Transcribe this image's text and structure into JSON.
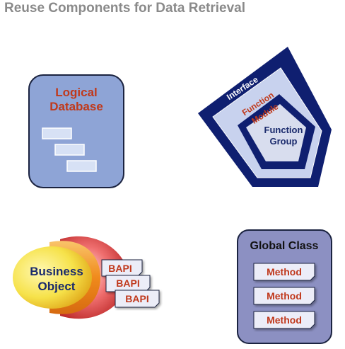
{
  "title": "Reuse Components for Data Retrieval",
  "logical_database": {
    "line1": "Logical",
    "line2": "Database"
  },
  "function_group_diagram": {
    "interface": "Interface",
    "function_module_line1": "Function",
    "function_module_line2": "Module",
    "function_group_line1": "Function",
    "function_group_line2": "Group"
  },
  "business_object": {
    "line1": "Business",
    "line2": "Object",
    "bapis": [
      "BAPI",
      "BAPI",
      "BAPI"
    ]
  },
  "global_class": {
    "title": "Global Class",
    "methods": [
      "Method",
      "Method",
      "Method"
    ]
  },
  "colors": {
    "title_gray": "#8a8a8a",
    "logical_db_fill": "#8ea4d6",
    "label_red": "#c0391b",
    "navy": "#0f1f70",
    "label_blue": "#1a2a6c",
    "global_class_fill": "#8c90c2"
  }
}
